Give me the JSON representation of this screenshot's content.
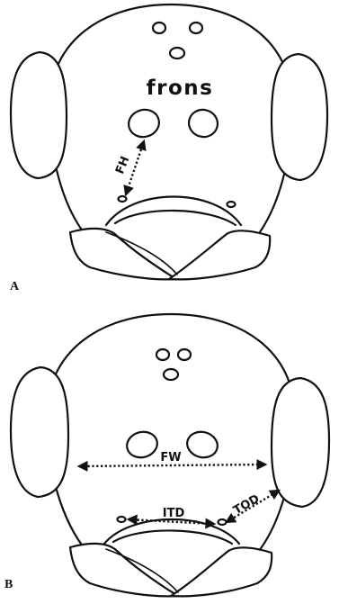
{
  "panels": [
    {
      "letter": "A",
      "labels": {
        "frons": "frons",
        "fh": "FH"
      }
    },
    {
      "letter": "B",
      "labels": {
        "fw": "FW",
        "itd": "ITD",
        "tod": "TOD"
      }
    }
  ],
  "colors": {
    "ink": "#111111",
    "background": "#ffffff"
  },
  "icons": {
    "arrowhead": "arrowhead-icon"
  }
}
